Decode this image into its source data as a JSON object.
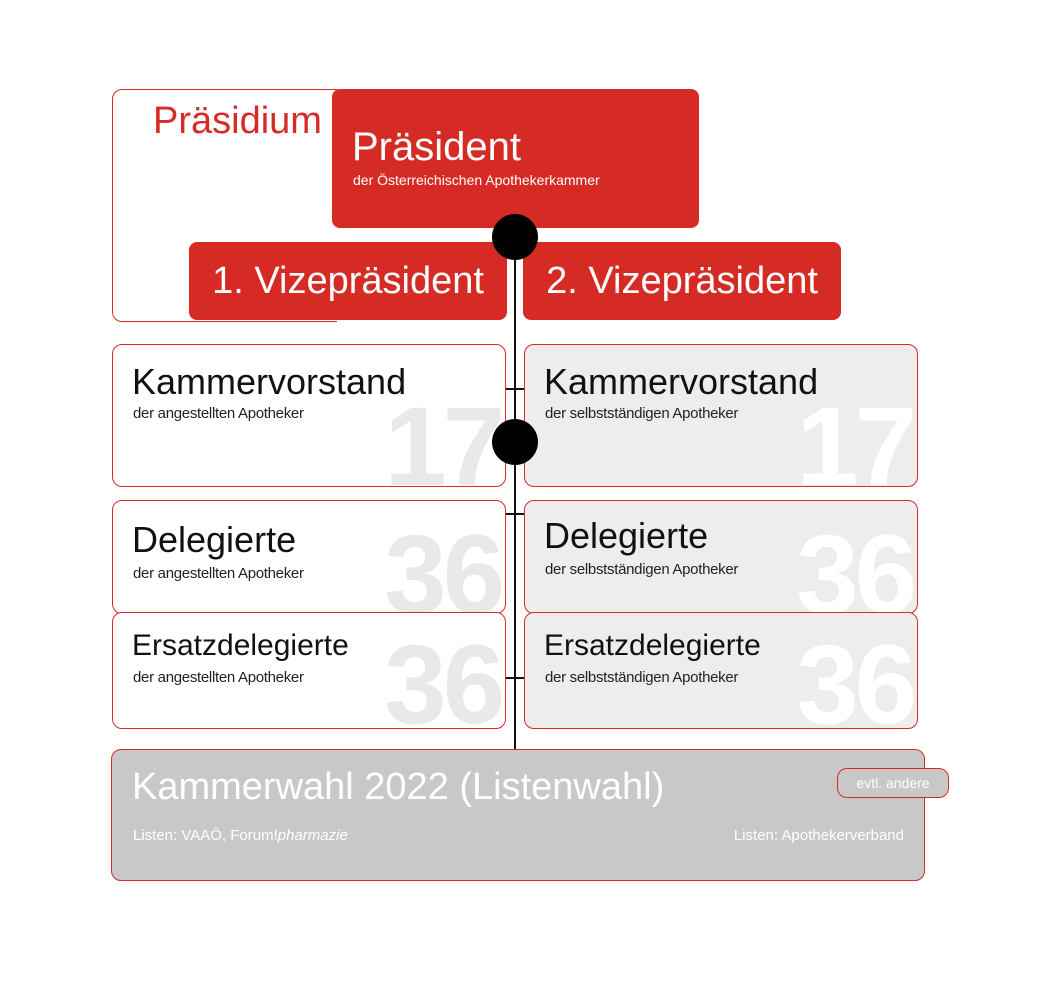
{
  "presidium": {
    "label": "Präsidium"
  },
  "president": {
    "title": "Präsident",
    "subtitle": "der Österreichischen Apothekerkammer"
  },
  "vice_presidents": [
    {
      "label": "1. Vizepräsident"
    },
    {
      "label": "2. Vizepräsident"
    }
  ],
  "kammervorstand": {
    "left": {
      "title": "Kammervorstand",
      "subtitle": "der angestellten Apotheker",
      "count": "17"
    },
    "right": {
      "title": "Kammervorstand",
      "subtitle": "der selbstständigen Apotheker",
      "count": "17"
    }
  },
  "delegierte": {
    "left": {
      "title": "Delegierte",
      "subtitle": "der angestellten Apotheker",
      "count": "36"
    },
    "right": {
      "title": "Delegierte",
      "subtitle": "der selbstständigen Apotheker",
      "count": "36"
    }
  },
  "ersatzdelegierte": {
    "left": {
      "title": "Ersatzdelegierte",
      "subtitle": "der angestellten Apotheker",
      "count": "36"
    },
    "right": {
      "title": "Ersatzdelegierte",
      "subtitle": "der selbstständigen Apotheker",
      "count": "36"
    }
  },
  "election": {
    "title": "Kammerwahl 2022 (Listenwahl)",
    "left_lists_prefix": "Listen: VAAÖ, Forum!",
    "left_lists_italic": "pharmazie",
    "right_lists": "Listen: Apothekerverband",
    "badge": "evtl. andere"
  },
  "colors": {
    "accent": "#d52b24",
    "grey_panel": "#ededed",
    "election_bg": "#c8c8c8"
  }
}
